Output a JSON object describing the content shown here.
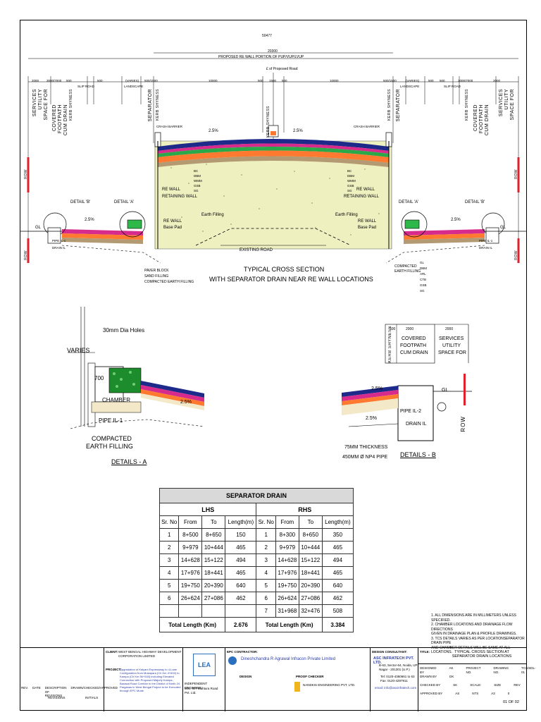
{
  "main_section": {
    "title_line1": "TYPICAL CROSS SECTION",
    "title_line2": "WITH SEPARATOR DRAIN NEAR RE WALL LOCATIONS",
    "overall_width": "50477",
    "re_wall_width": "20300",
    "re_wall_label": "PROPOSED RE WALL PORTION OF PUP/VUP/LVUP",
    "cl_label": "£ of Proposed Road",
    "dims_top": [
      "2000",
      "3000/7000",
      "500",
      "500",
      "(VARIES)",
      "500/1500",
      "10000",
      "500",
      "1500",
      "500",
      "10000",
      "500/1500",
      "(VARIES)",
      "500",
      "500",
      "3000/7000",
      "2000"
    ],
    "slip_road": "SLIP ROAD",
    "landscape": "LANDSCAPE",
    "left_vertical": [
      "SERVICES",
      "UTILITY",
      "SPACE FOR",
      "COVERED",
      "FOOTPATH",
      "CUM DRAIN",
      "KERB SHYNESS",
      "SEPARATOR",
      "KERB SHYNESS"
    ],
    "crash_barrier": "CRASH BARRIER",
    "camber": "2.5%",
    "re_wall": "RE WALL",
    "retaining_wall": "RETAINING WALL",
    "earth_filling": "Earth Filling",
    "base_pad": "Base Pad",
    "existing_road": "EXISTING ROAD",
    "gl": "GL",
    "row": "ROW",
    "detail_b": "DETAIL 'B'",
    "detail_a": "DETAIL 'A'",
    "pipe": "PIPE IL-1",
    "drain": "DRAIN IL",
    "layers": [
      "BC",
      "DBM",
      "WMM",
      "GSB",
      "SG"
    ],
    "left_notes": [
      "PAVER BLOCK",
      "SAND FILLING",
      "COMPACTED EARTH FILLING"
    ],
    "right_notes": [
      "COMPACTED",
      "EARTH FILLING"
    ],
    "right_layers": [
      "GL",
      "DBM",
      "ARL",
      "CTB",
      "GSB",
      "SG"
    ]
  },
  "details_a": {
    "title": "DETAILS - A",
    "holes": "30mm Dia Holes",
    "varies": "VARIES",
    "dim": "700",
    "chamber": "CHAMBER",
    "pipe": "PIPE IL-1",
    "camber": "2.5%",
    "compacted_1": "COMPACTED",
    "compacted_2": "EARTH FILLING"
  },
  "details_b": {
    "title": "DETAILS - B",
    "kerb": "KERB SHYNESS",
    "dims": [
      "500",
      "2000",
      "2000"
    ],
    "footpath": [
      "COVERED",
      "FOOTPATH",
      "CUM DRAIN"
    ],
    "utility": [
      "SERVICES",
      "UTILITY",
      "SPACE FOR"
    ],
    "gl": "GL",
    "row": "ROW",
    "camber": "2.5%",
    "pipe": "PIPE IL-2",
    "drain": "DRAIN IL",
    "thickness": "75MM THICKNESS",
    "np4": "450MM Ø NP4 PIPE"
  },
  "table": {
    "title": "SEPARATOR DRAIN",
    "lhs": "LHS",
    "rhs": "RHS",
    "headers": [
      "Sr. No",
      "From",
      "To",
      "Length(m)"
    ],
    "lhs_rows": [
      [
        "1",
        "8+500",
        "8+650",
        "150"
      ],
      [
        "2",
        "9+979",
        "10+444",
        "465"
      ],
      [
        "3",
        "14+628",
        "15+122",
        "494"
      ],
      [
        "4",
        "17+976",
        "18+441",
        "465"
      ],
      [
        "5",
        "19+750",
        "20+390",
        "640"
      ],
      [
        "6",
        "26+624",
        "27+086",
        "462"
      ]
    ],
    "rhs_rows": [
      [
        "1",
        "8+300",
        "8+650",
        "350"
      ],
      [
        "2",
        "9+979",
        "10+444",
        "465"
      ],
      [
        "3",
        "14+628",
        "15+122",
        "494"
      ],
      [
        "4",
        "17+976",
        "18+441",
        "465"
      ],
      [
        "5",
        "19+750",
        "20+390",
        "640"
      ],
      [
        "6",
        "26+624",
        "27+086",
        "462"
      ],
      [
        "7",
        "31+968",
        "32+476",
        "508"
      ]
    ],
    "total_label": "Total Length (Km)",
    "lhs_total": "2.676",
    "rhs_total": "3.384"
  },
  "notes": [
    "1.  ALL DIMENSIONS ARE IN MILLIMETERS UNLESS SPECIFIED.",
    "2.  CHAMBER LOCATIONS AND DRAINAGE FLOW DIRECTIONS",
    "    GIVEN IN DRAINAGE PLAN & PROFILE DRAWINGS.",
    "3.  TCS DETAILS VARIES AS PER LOCATIONSEPARATOR DRAIN PIPE",
    "    AND CHAMBER DETAILS WILL BE SAME AT ALL LOCATIONS."
  ],
  "title_block": {
    "client_label": "CLIENT:",
    "client": "WEST BENGAL HIGHWAY DEVELOPMENT CORPORATION LIMITED",
    "rev_headers": [
      "REV.",
      "DATE",
      "DESCRIPTION OF REVISIONS",
      "DRAWN/CHECKED/APPROVED",
      "INITIALS"
    ],
    "revisions": "REVISIONS",
    "project_label": "PROJECT:",
    "project": "Upgradation of Kalyani Expressway to 4-Lane Configuration from Mukapara (Ch Km 4+692) to Kampa (Ch Km 56+540) including Elevated Connection with Proposed Majorly Kampa-Barasat Road Corridor in the District of North 24 Parganas in West Bengal Project to be Executed through EPC Mode",
    "ie_label": "INDEPENDENT ENGINEER:",
    "ie": "M/S. ICT Mahtura Road Pvt. Ltd.",
    "epc_label": "EPC CONTRACTOR:",
    "epc": "Dineshchandra R Agrawal Infracon Private Limited",
    "design_label": "DESIGN",
    "proof_label": "PROOF CHECKER",
    "proof": "NANDKIS ENGINEERING PVT. LTD.",
    "consultant_label": "DESIGN CONSULTANT:",
    "consultant": "ASC INFRATECH PVT. LTD.",
    "consultant_addr": "B-63, Sector-64, Noida, UP Nagar - 201301 (U.P.)",
    "consultant_tel": "Tel: 0120-4360661 to 63",
    "consultant_fax": "Fax: 0120-4297911",
    "consultant_mail": "email: info@ascinfratech.com",
    "title_label": "TITLE:",
    "title_line1": "TYPICAL CROSS SECTION AT",
    "title_line2": "SEPARATOR DRAIN LOCATIONS",
    "rows": [
      [
        "DESIGNED BY",
        "AK",
        "PROJECT NO.",
        "DRAWING NO.",
        "TCS/SDL-01"
      ],
      [
        "DRAWN BY",
        "DK",
        "",
        "",
        ""
      ],
      [
        "CHECKED BY",
        "SK",
        "SCALE:",
        "SIZE",
        "REV"
      ],
      [
        "APPROVED BY",
        "AS",
        "NTS",
        "A3",
        "0"
      ]
    ],
    "sheet": "01 OF 02"
  },
  "colors": {
    "bc": "#1e2a8a",
    "dbm": "#d62b8c",
    "wmm": "#ff7a30",
    "gsb": "#7ac343",
    "sg": "#b39a72",
    "fill": "#eef0c0",
    "row_red": "#e0202a"
  }
}
